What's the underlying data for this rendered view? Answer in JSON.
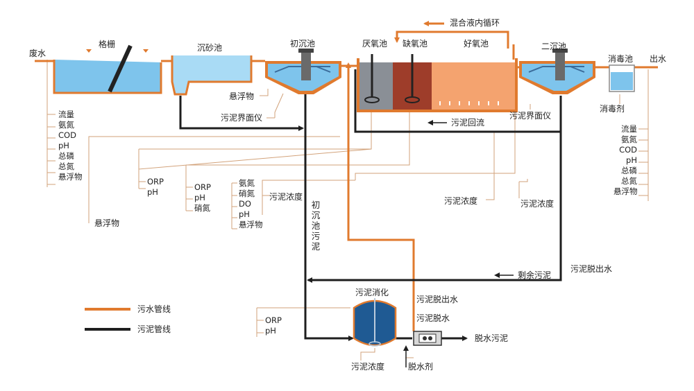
{
  "labels": {
    "feiShui": "废水",
    "geShan": "格栅",
    "chenShaChi": "沉砂池",
    "chuChenChi": "初沉池",
    "yanYangChi": "厌氧池",
    "queYangChi": "缺氧池",
    "haoYangChi": "好氧池",
    "erChenChi": "二沉池",
    "xiaoDuChi": "消毒池",
    "chuShui": "出水",
    "hunHeYe": "混合液内循环",
    "xuanFuWu1": "悬浮物",
    "wuNiJieMianYi1": "污泥界面仪",
    "wuNiJieMianYi2": "污泥界面仪",
    "wuNiHuiLiu": "污泥回流",
    "xiaoDuJi": "消毒剂",
    "xuanFuWu2": "悬浮物",
    "wuNiNongDu1": "污泥浓度",
    "wuNiNongDu2": "污泥浓度",
    "wuNiNongDu3": "污泥浓度",
    "wuNiNongDu4": "污泥浓度",
    "chuChenChiWuNi": "初沉池污泥",
    "shengYuWuNi": "剩余污泥",
    "wuNiTuoChuShui1": "污泥脱出水",
    "wuNiTuoChuShui2": "污泥脱出水",
    "wuNiXiaoHua": "污泥消化",
    "wuNiTuoShui": "污泥脱水",
    "tuoShuiWuNi": "脱水污泥",
    "tuoShuiJi": "脱水剂",
    "legendWater": "污水管线",
    "legendSludge": "污泥管线"
  },
  "param_lists": {
    "inlet": [
      "流量",
      "氨氮",
      "COD",
      "pH",
      "总磷",
      "总氮",
      "悬浮物"
    ],
    "outlet": [
      "流量",
      "氨氮",
      "COD",
      "pH",
      "总磷",
      "总氮",
      "悬浮物"
    ],
    "anaerobic": [
      "ORP",
      "pH"
    ],
    "anoxic": [
      "ORP",
      "pH",
      "硝氮"
    ],
    "aerobic": [
      "氨氮",
      "硝氮",
      "DO",
      "pH",
      "悬浮物"
    ],
    "digestion": [
      "ORP",
      "pH"
    ]
  },
  "colors": {
    "water_line": "#e07a2e",
    "sludge_line": "#1e1e1e",
    "water_fill": "#7ec4ec",
    "sand_fill": "#a9dbf5",
    "anaerobic_fill": "#8a8f96",
    "anoxic_fill": "#9e3d2a",
    "aerobic_fill": "#f4a36f",
    "digester_fill": "#1f5a93",
    "leader_line": "#d2a27a"
  }
}
